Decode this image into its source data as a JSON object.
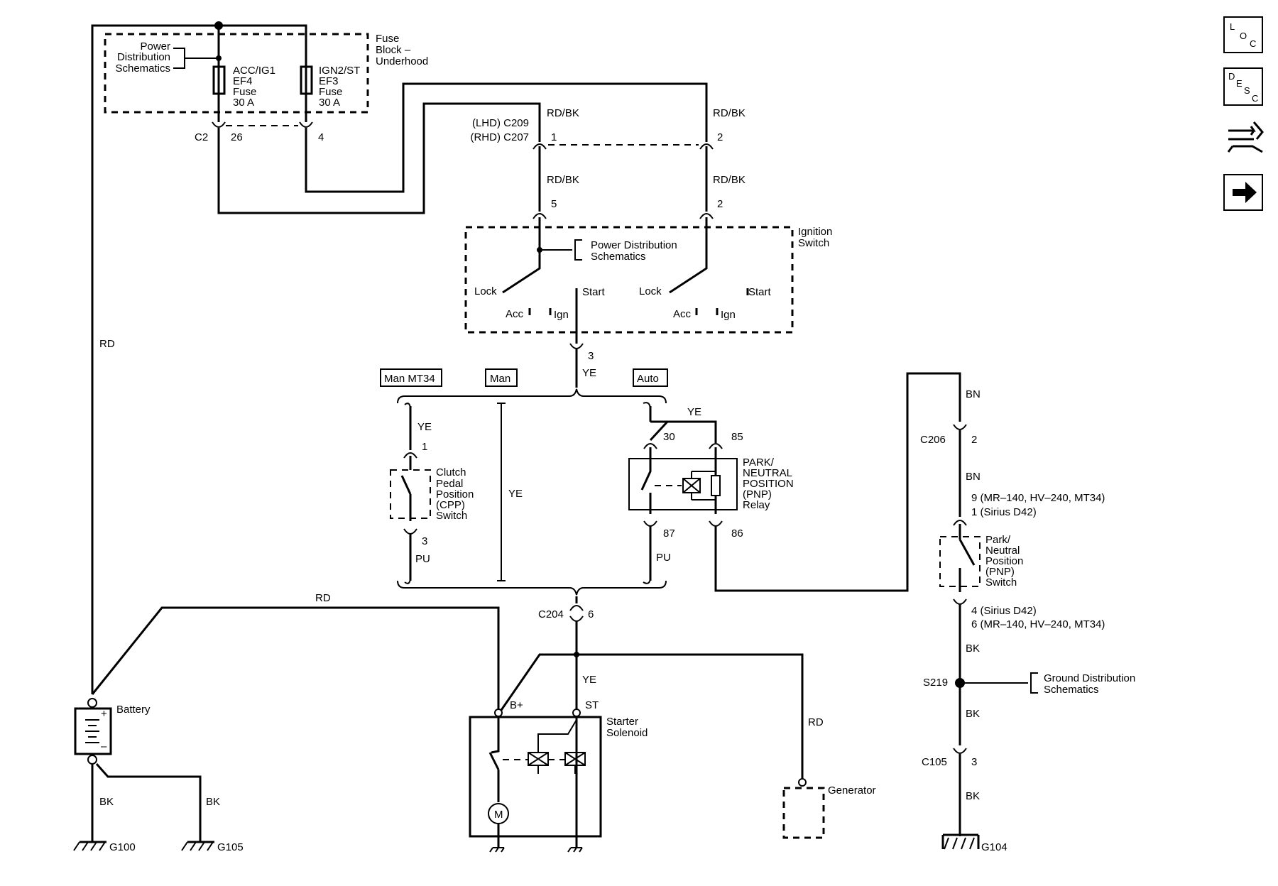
{
  "fuse_block": {
    "label_lines": [
      "Fuse",
      "Block –",
      "Underhood"
    ],
    "power_dist_lines": [
      "Power",
      "Distribution",
      "Schematics"
    ],
    "fuse_ef4_lines": [
      "ACC/IG1",
      "EF4",
      "Fuse",
      "30 A"
    ],
    "fuse_ef3_lines": [
      "IGN2/ST",
      "EF3",
      "Fuse",
      "30 A"
    ],
    "connector": "C2",
    "pin_ef4": "26",
    "pin_ef3": "4"
  },
  "connectors": {
    "c209_lhd": "(LHD) C209",
    "c207_rhd": "(RHD) C207",
    "c209_pin1": "1",
    "c209_pin2": "2",
    "ign_pin5": "5",
    "ign_pin2": "2",
    "ign_pin3": "3",
    "c204": "C204",
    "c204_pin": "6",
    "c206": "C206",
    "c206_pin": "2",
    "c105": "C105",
    "c105_pin": "3",
    "s219": "S219"
  },
  "ignition_switch": {
    "label_lines": [
      "Ignition",
      "Switch"
    ],
    "power_dist_lines": [
      "Power Distribution",
      "Schematics"
    ],
    "lock": "Lock",
    "acc": "Acc",
    "ign": "Ign",
    "start": "Start"
  },
  "options": {
    "man_mt34": "Man MT34",
    "man": "Man",
    "auto": "Auto"
  },
  "cpp_switch": {
    "label_lines": [
      "Clutch",
      "Pedal",
      "Position",
      "(CPP)",
      "Switch"
    ],
    "pin_top": "1",
    "pin_bottom": "3"
  },
  "pnp_relay": {
    "label_lines": [
      "PARK/",
      "NEUTRAL",
      "POSITION",
      "(PNP)",
      "Relay"
    ],
    "pin30": "30",
    "pin85": "85",
    "pin87": "87",
    "pin86": "86"
  },
  "pnp_switch": {
    "label_lines": [
      "Park/",
      "Neutral",
      "Position",
      "(PNP)",
      "Switch"
    ],
    "pin_top_lines": [
      "9 (MR–140, HV–240, MT34)",
      "1 (Sirius D42)"
    ],
    "pin_bottom_lines": [
      "4 (Sirius D42)",
      "6 (MR–140, HV–240, MT34)"
    ]
  },
  "ground_dist_lines": [
    "Ground Distribution",
    "Schematics"
  ],
  "battery": {
    "label": "Battery",
    "plus": "+",
    "minus": "–"
  },
  "starter": {
    "label_lines": [
      "Starter",
      "Solenoid"
    ],
    "b_plus": "B+",
    "st": "ST",
    "motor": "M"
  },
  "generator": {
    "label": "Generator"
  },
  "grounds": {
    "g100": "G100",
    "g105": "G105",
    "g104": "G104"
  },
  "wires": {
    "rd": "RD",
    "rdbk": "RD/BK",
    "ye": "YE",
    "pu": "PU",
    "bn": "BN",
    "bk": "BK"
  },
  "nav_icons": {
    "loc": [
      "L",
      "O",
      "C"
    ],
    "desc": [
      "D",
      "E",
      "S",
      "C"
    ],
    "names": [
      "location-icon",
      "description-icon",
      "connector-view-icon",
      "next-page-icon"
    ]
  }
}
